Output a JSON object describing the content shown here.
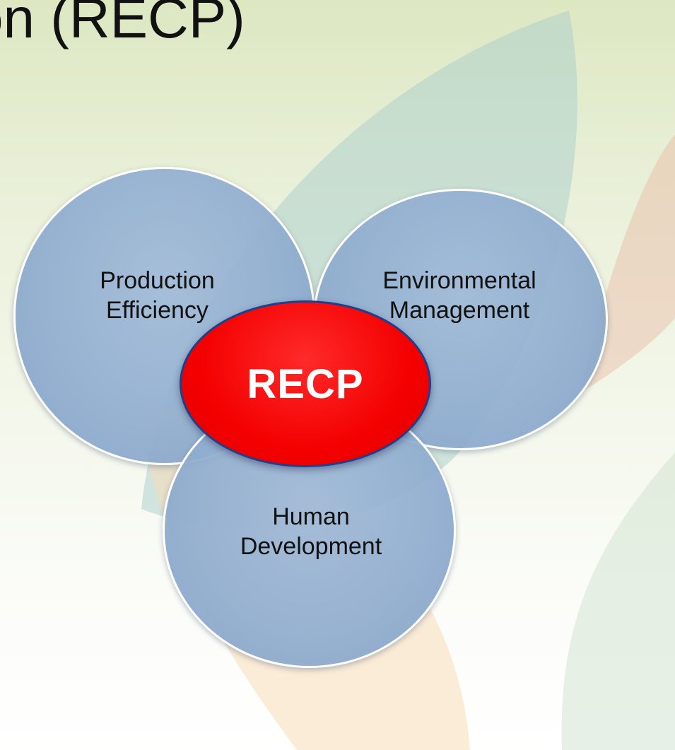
{
  "slide": {
    "title": "on (RECP)"
  },
  "diagram": {
    "center_label": "RECP",
    "circles": [
      {
        "label": "Production\nEfficiency"
      },
      {
        "label": "Environmental\nManagement"
      },
      {
        "label": "Human\nDevelopment"
      }
    ]
  },
  "colors": {
    "circle_fill": "#9bb7d8",
    "circle_border": "#ffffff",
    "center_fill": "#f40000",
    "center_border": "#1e3f8c",
    "center_text": "#ffffff",
    "background_top": "#dde7c2",
    "background_bottom": "#ffffff"
  }
}
